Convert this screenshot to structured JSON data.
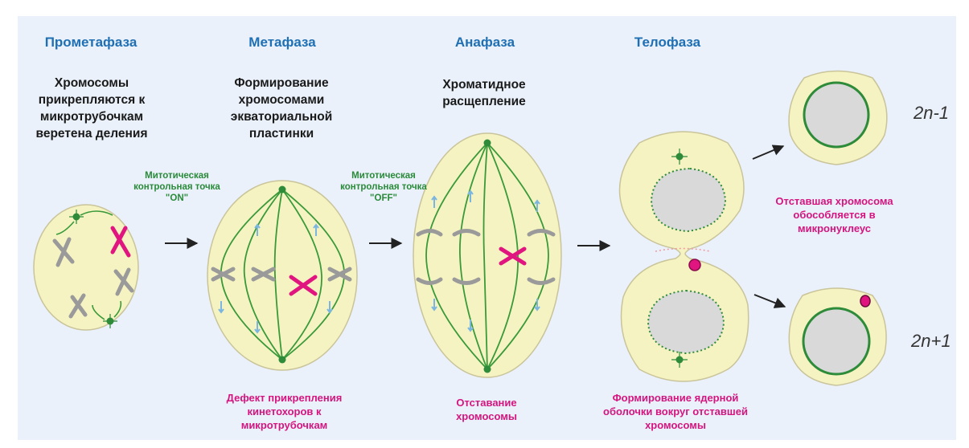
{
  "phases": {
    "prometaphase": {
      "title": "Прометафаза",
      "desc": "Хромосомы прикрепляются к микротрубочкам веретена деления"
    },
    "metaphase": {
      "title": "Метафаза",
      "desc": "Формирование хромосомами экваториальной пластинки"
    },
    "anaphase": {
      "title": "Анафаза",
      "desc": "Хроматидное расщепление"
    },
    "telophase": {
      "title": "Телофаза"
    }
  },
  "checkpoints": {
    "on": "Митотическая контрольная точка \"ON\"",
    "off": "Митотическая контрольная точка \"OFF\""
  },
  "defects": {
    "kinetochore": "Дефект прикрепления кинетохоров к микротрубочкам",
    "lagging": "Отставание хромосомы",
    "envelope": "Формирование ядерной оболочки вокруг отставшей хромосомы",
    "micronucleus": "Отставшая хромосома обособляется в микронуклеус"
  },
  "ploidy": {
    "minus": "2n-1",
    "plus": "2n+1"
  },
  "colors": {
    "phase_title": "#1e6fb3",
    "defect_text": "#d4157f",
    "checkpoint_text": "#2a8a3a",
    "cell_fill": "#f6f3c2",
    "spindle": "#3a9a3a",
    "chromosome_normal": "#9a9a9a",
    "chromosome_lagging": "#e0157f"
  }
}
